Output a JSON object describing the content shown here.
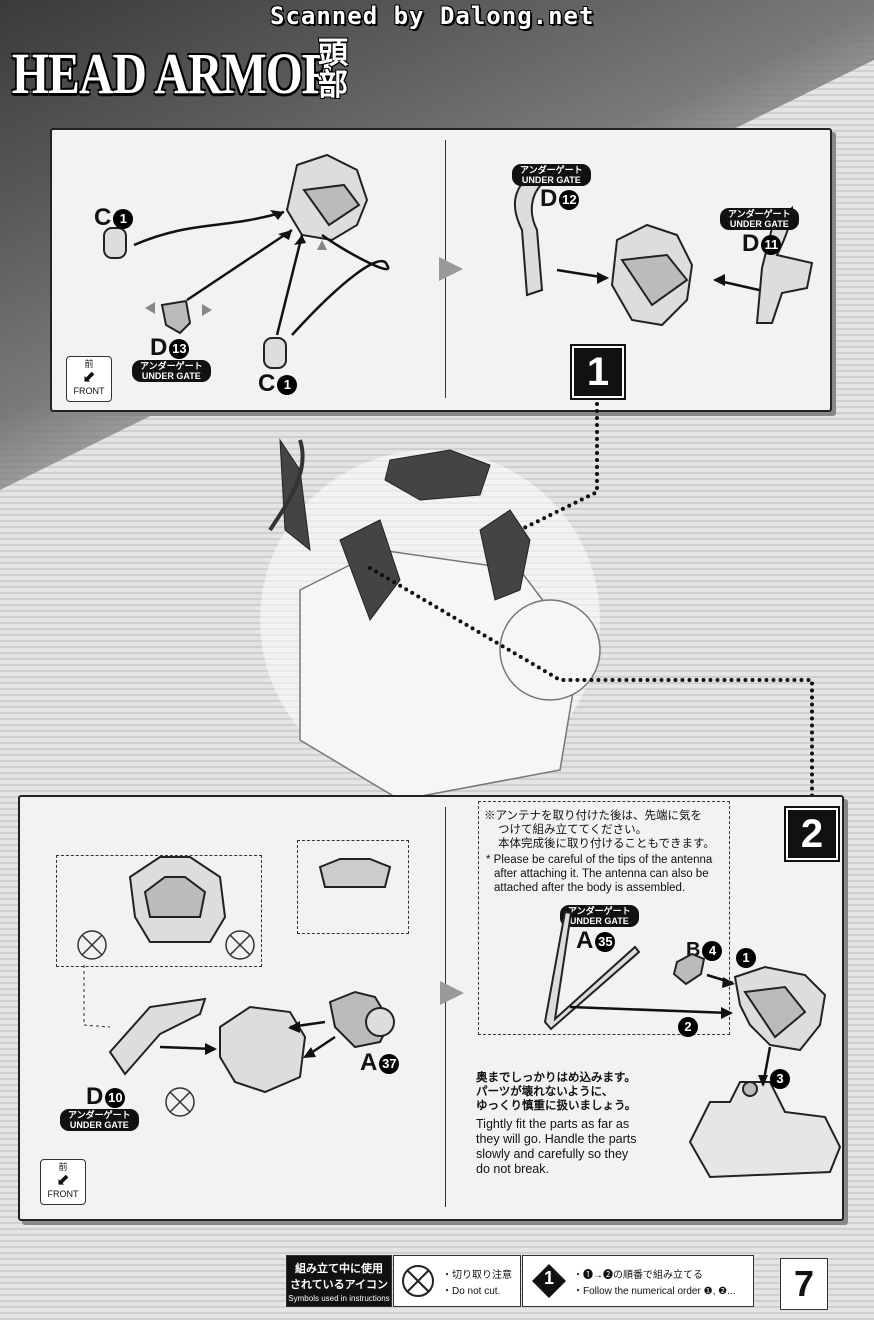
{
  "banner": "Scanned by Dalong.net",
  "title": {
    "en": "HEAD ARMOR",
    "jp": "頭部"
  },
  "under_gate_jp": "アンダーゲート",
  "under_gate_en": "UNDER GATE",
  "front": {
    "jp": "前",
    "en": "FRONT"
  },
  "panel1": {
    "parts_left": [
      {
        "letter": "C",
        "num": "1"
      },
      {
        "letter": "D",
        "num": "13"
      },
      {
        "letter": "C",
        "num": "1"
      }
    ],
    "parts_right": [
      {
        "letter": "D",
        "num": "12"
      },
      {
        "letter": "D",
        "num": "11"
      }
    ]
  },
  "step1": "1",
  "step2": "2",
  "panel2": {
    "part_d10": {
      "letter": "D",
      "num": "10"
    },
    "part_a37": {
      "letter": "A",
      "num": "37"
    },
    "part_a35": {
      "letter": "A",
      "num": "35"
    },
    "part_b4": {
      "letter": "B",
      "num": "4"
    },
    "order": [
      "1",
      "2",
      "3"
    ],
    "antenna_note_jp": [
      "※アンテナを取り付けた後は、先端に気を",
      "つけて組み立ててください。",
      "本体完成後に取り付けることもできます。"
    ],
    "antenna_note_en": [
      "* Please be careful of the tips of the antenna",
      "after attaching it. The antenna can also be",
      "attached after the body is assembled."
    ],
    "fit_note_jp": [
      "奥までしっかりはめ込みます。",
      "パーツが壊れないように、",
      "ゆっくり慎重に扱いましょう。"
    ],
    "fit_note_en": [
      "Tightly fit the parts as far as",
      "they will go. Handle the parts",
      "slowly and carefully so they",
      "do not break."
    ]
  },
  "legend": {
    "title_jp": [
      "組み立て中に使用",
      "されているアイコン"
    ],
    "title_en": "Symbols used in instructions",
    "nocut_jp": "・切り取り注意",
    "nocut_en": "・Do not cut.",
    "order_icon": "1",
    "order_jp": "・❶→❷の順番で組み立てる",
    "order_en": "・Follow the numerical order ❶, ❷..."
  },
  "page": "7"
}
